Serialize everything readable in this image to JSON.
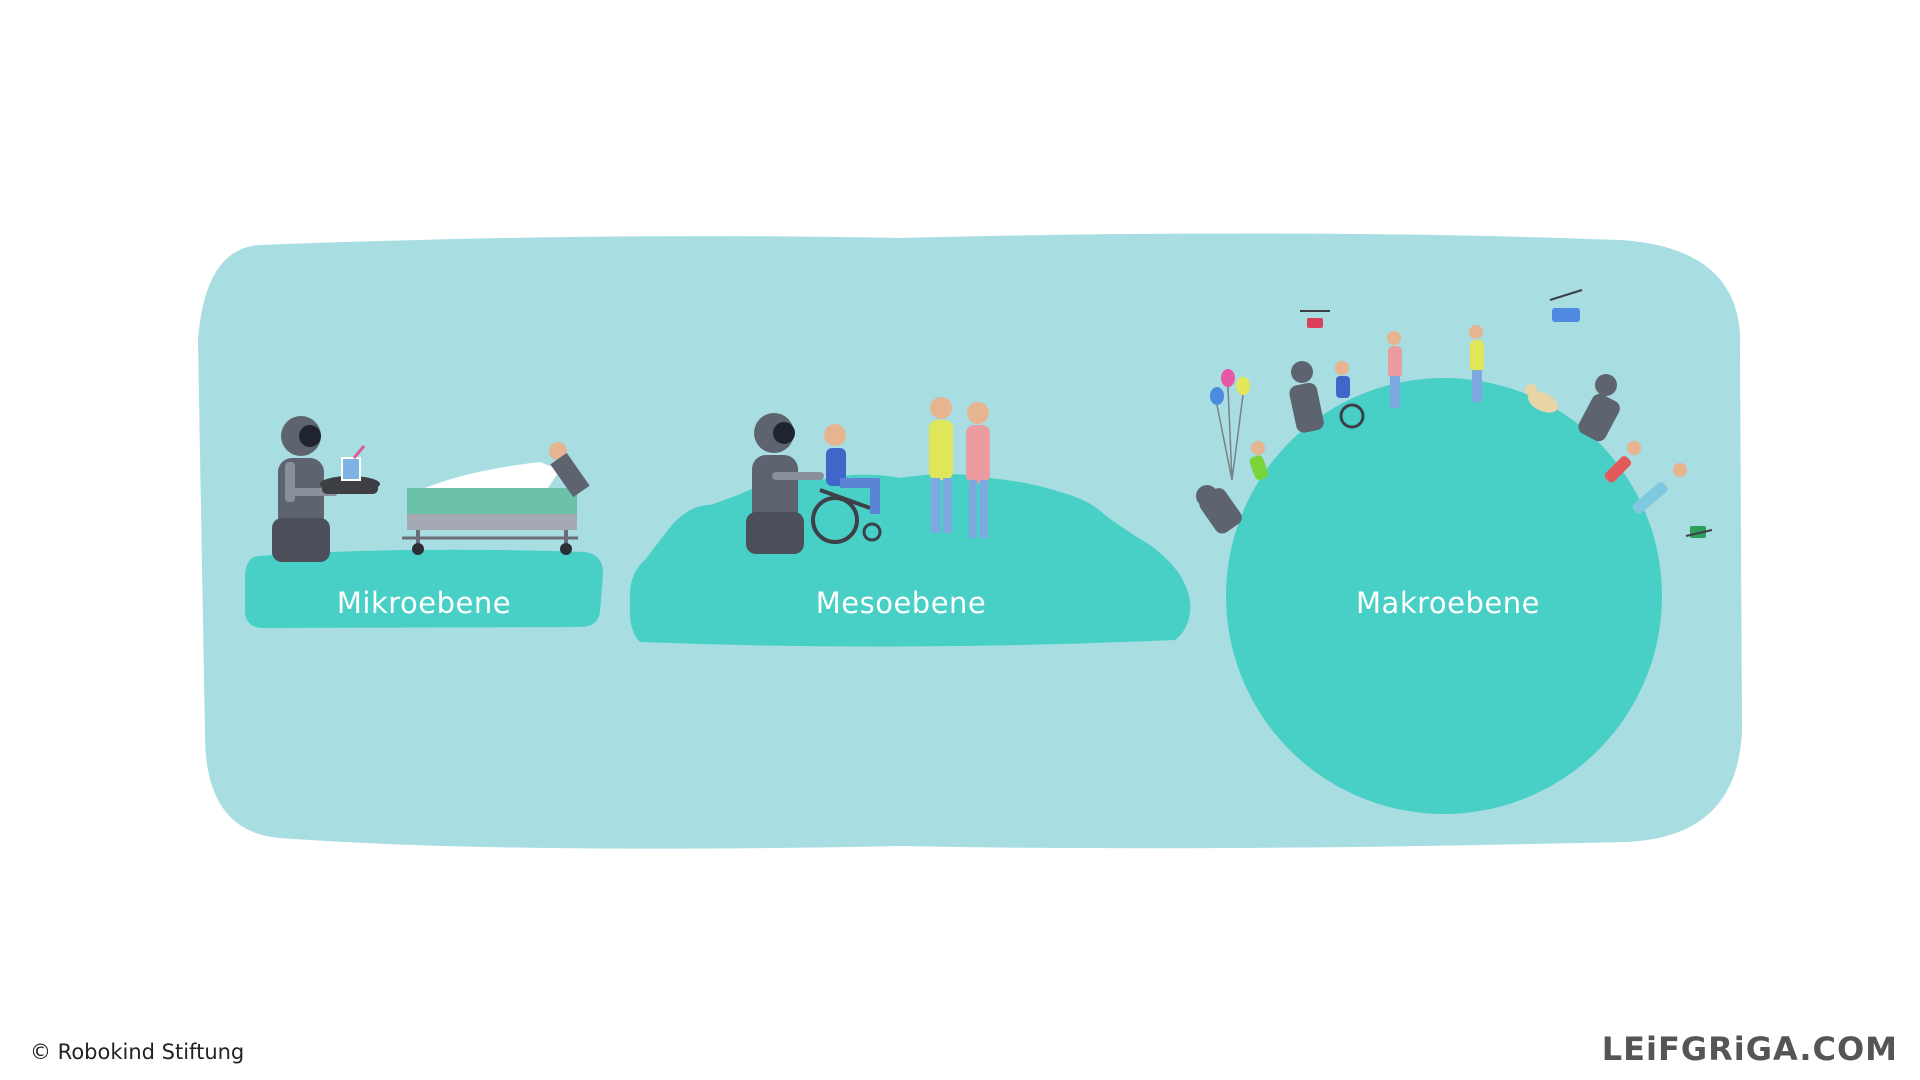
{
  "levels": [
    {
      "label": "Mikroebene"
    },
    {
      "label": "Mesoebene"
    },
    {
      "label": "Makroebene"
    }
  ],
  "footer": {
    "copyright": "© Robokind Stiftung",
    "brand": "LEiFGRiGA.COM"
  },
  "colors": {
    "background": "#ffffff",
    "panel": "#a8dde1",
    "ground": "#48d0c6",
    "robot": "#5e6370",
    "robot_light": "#8a8f9c",
    "label_text": "#ffffff"
  },
  "icons": [
    "robot-icon",
    "tray-icon",
    "drink-icon",
    "hospital-bed-icon",
    "wheelchair-icon",
    "person-icon",
    "balloon-icon",
    "dog-icon",
    "cable-car-icon"
  ]
}
